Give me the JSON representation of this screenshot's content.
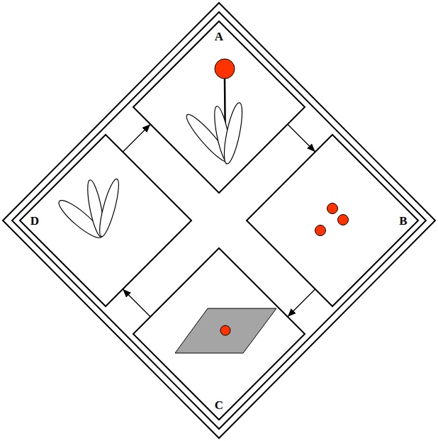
{
  "diagram": {
    "nodes": [
      {
        "text": [
          "A"
        ]
      },
      {
        "text": [
          "B"
        ]
      },
      {
        "text": [
          "C"
        ]
      },
      {
        "text": [
          "D"
        ]
      }
    ],
    "edges": [
      {
        "from": 0,
        "to": 1,
        "arrow": "to"
      },
      {
        "from": 1,
        "to": 2,
        "arrow": "to"
      },
      {
        "from": 2,
        "to": 3,
        "arrow": "to"
      },
      {
        "from": 3,
        "to": 0,
        "arrow": "to"
      }
    ]
  }
}
